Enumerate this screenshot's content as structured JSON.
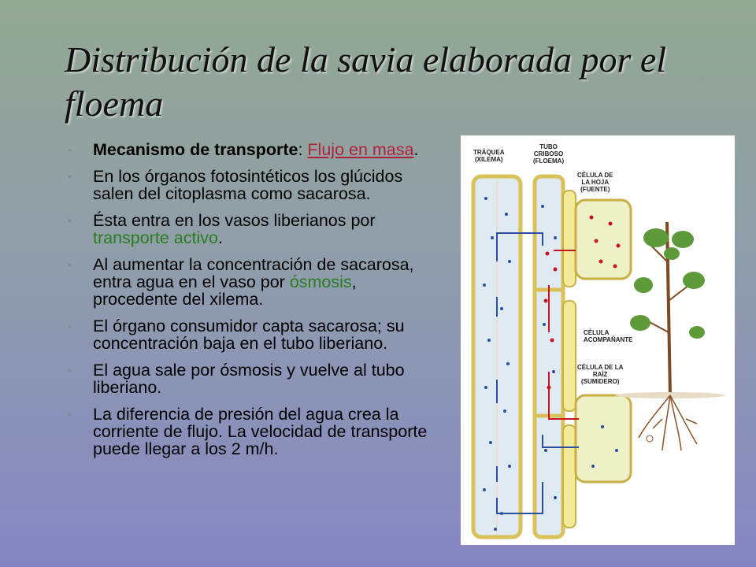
{
  "slide": {
    "title": "Distribución de la savia elaborada por el floema",
    "bullets": [
      {
        "lead": "Mecanismo de transporte",
        "sep": ": ",
        "link": "Flujo en masa",
        "tail": "."
      },
      {
        "text": "En los órganos fotosintéticos los glúcidos salen del citoplasma como sacarosa."
      },
      {
        "pre": "Ésta entra en los vasos liberianos por ",
        "hl": "transporte activo",
        "post": "."
      },
      {
        "pre": "Al aumentar la concentración de sacarosa, entra agua en el vaso por ",
        "hl": "ósmosis",
        "post": ", procedente del xilema."
      },
      {
        "text": "El órgano consumidor capta sacarosa; su concentración baja en el tubo liberiano."
      },
      {
        "text": "El agua sale por ósmosis y vuelve al tubo liberiano."
      },
      {
        "text": "La diferencia de presión del agua crea la corriente de flujo. La velocidad de transporte puede llegar a los 2 m/h."
      }
    ]
  },
  "figure": {
    "labels": {
      "traquea": "TRÁQUEA\n(XILEMA)",
      "tubo": "TUBO\nCRIBOSO\n(FLOEMA)",
      "hoja": "CÉLULA DE\nLA HOJA\n(FUENTE)",
      "acompanante": "CÉLULA\nACOMPAÑANTE",
      "raiz": "CÉLULA DE LA\nRAÍZ\n(SUMIDERO)"
    }
  },
  "colors": {
    "link": "#b0223a",
    "highlight": "#2a7d1e",
    "water_dot": "#2a4fa0",
    "sucrose_dot": "#c8141e",
    "cell_wall": "#e8d67a"
  },
  "icons": [
    "bullet-dot"
  ]
}
